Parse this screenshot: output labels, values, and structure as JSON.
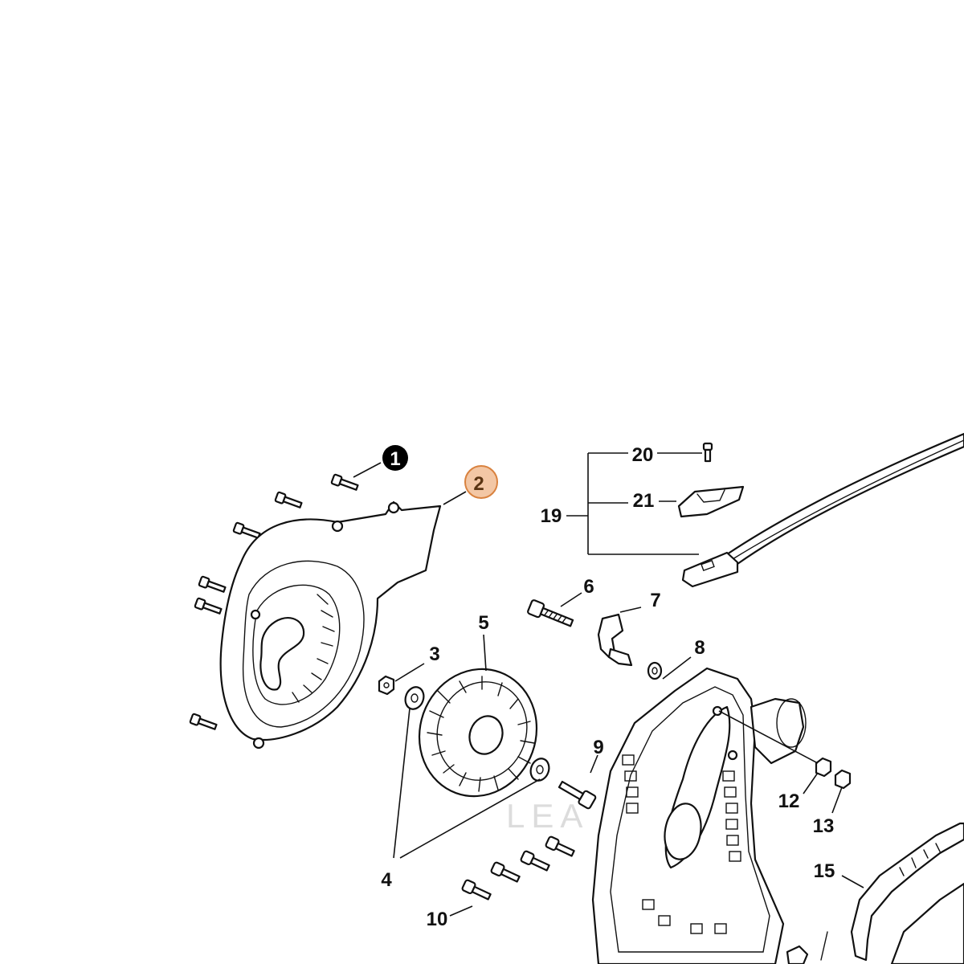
{
  "labels": {
    "p1": "1",
    "p2": "2",
    "p3": "3",
    "p4": "4",
    "p5": "5",
    "p6": "6",
    "p7": "7",
    "p8": "8",
    "p9": "9",
    "p10": "10",
    "p12": "12",
    "p13": "13",
    "p15": "15",
    "p19": "19",
    "p20": "20",
    "p21": "21"
  },
  "highlight": {
    "fill": "#f3c7a5",
    "stroke": "#d9823f",
    "text_color": "#5a3412"
  },
  "watermark": "LEA     URE"
}
